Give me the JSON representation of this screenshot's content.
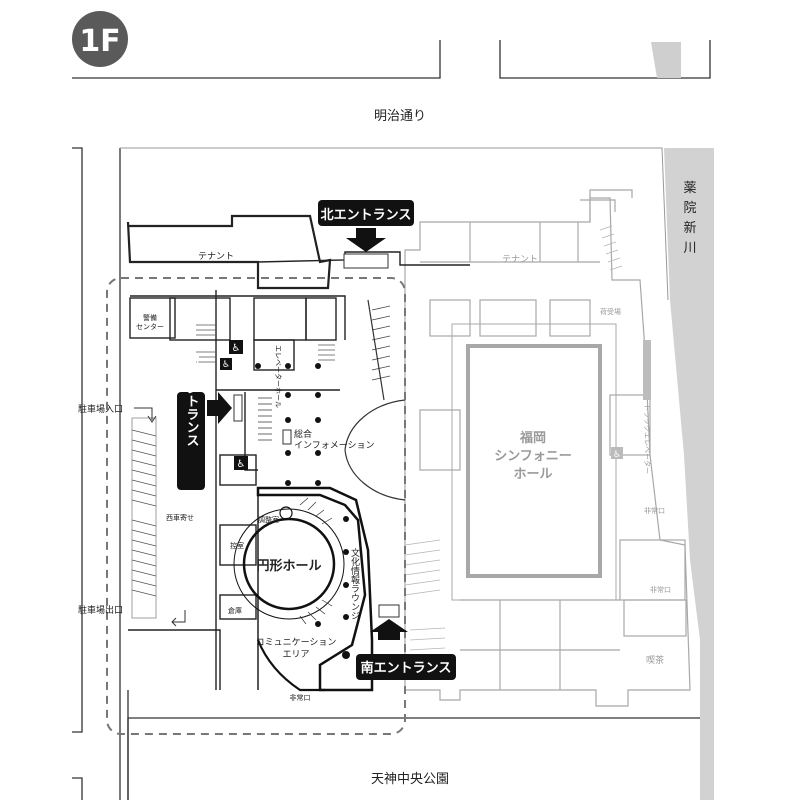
{
  "floor_badge": "1F",
  "streets": {
    "meiji": "明治通り",
    "park": "天神中央公園",
    "river": "薬院新川"
  },
  "entrances": {
    "north": "北エントランス",
    "west": "西エントランス",
    "south": "南エントランス"
  },
  "rooms": {
    "tenant_left": "テナント",
    "tenant_right": "テナント",
    "security_1": "警備",
    "security_2": "センター",
    "elevator_hall": "エレベーターホール",
    "info_1": "総合",
    "info_2": "インフォメーション",
    "circle_hall": "円形ホール",
    "control_room": "調整室",
    "culture_lounge": "文化情報ラウンジ",
    "reception": "控室",
    "storage": "倉庫",
    "comm_1": "コミュニケーション",
    "comm_2": "エリア",
    "symphony_1": "福岡",
    "symphony_2": "シンフォニー",
    "symphony_3": "ホール",
    "west_storage": "西車寄せ",
    "parking_in": "駐車場入口",
    "parking_out": "駐車場出口",
    "exit_bottom": "非常口",
    "exit_right_1": "非常口",
    "exit_right_2": "非常口",
    "truck_elev": "トラックエレベーター",
    "loading_top": "荷受場",
    "cafe": "喫茶"
  },
  "colors": {
    "ink": "#111111",
    "faint": "#a8a8a8",
    "badge": "#5a5a5a",
    "river": "#c9c9c9"
  }
}
